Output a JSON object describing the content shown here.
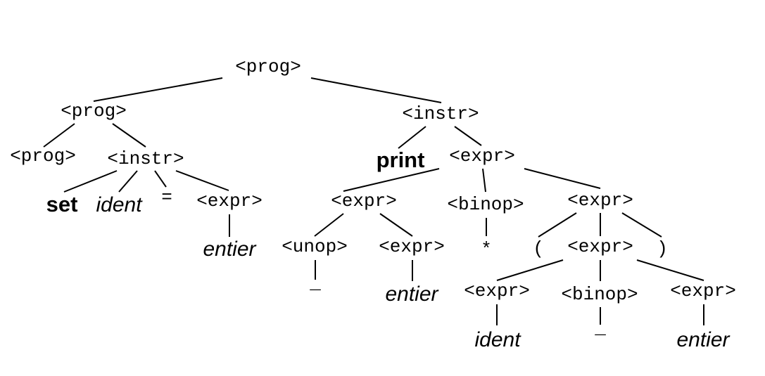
{
  "parse_tree": {
    "root_prog": "<prog>",
    "left_prog": "<prog>",
    "right_instr": "<instr>",
    "leaf_prog": "<prog>",
    "left_instr": "<instr>",
    "set_keyword": "set",
    "ident_1": "ident",
    "equals": "=",
    "set_expr": "<expr>",
    "entier_1": "entier",
    "print_keyword": "print",
    "print_expr": "<expr>",
    "expr_left": "<expr>",
    "binop_top": "<binop>",
    "expr_right": "<expr>",
    "unop": "<unop>",
    "unop_expr": "<expr>",
    "star": "*",
    "lparen": "(",
    "paren_expr": "<expr>",
    "rparen": ")",
    "minus_unop": "_",
    "entier_2": "entier",
    "inner_expr_left": "<expr>",
    "binop_inner": "<binop>",
    "inner_expr_right": "<expr>",
    "ident_2": "ident",
    "minus_binop": "_",
    "entier_3": "entier"
  }
}
